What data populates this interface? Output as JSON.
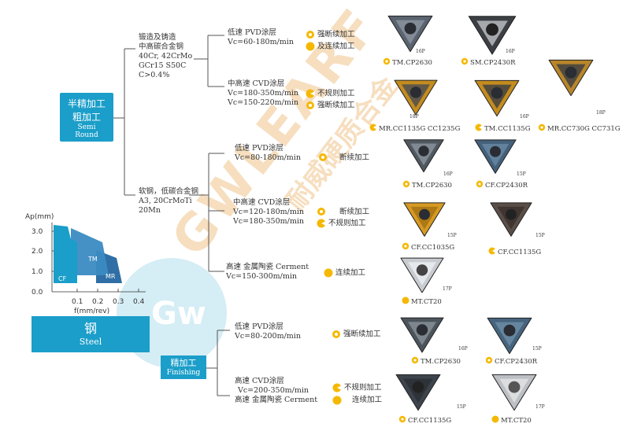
{
  "colors": {
    "accent": "#1b9ec9",
    "icon": "#f5b800",
    "watermark": "#e8a24a"
  },
  "watermark": {
    "text": "GWLEARF",
    "cn": "耐威硬质合金"
  },
  "semi": {
    "title": "半精加工",
    "title2": "粗加工",
    "en1": "Semi",
    "en2": "Round"
  },
  "material1": {
    "l1": "锻造及铸造",
    "l2": "中高碳合金钢",
    "l3": "40Cr, 42CrMo",
    "l4": "GCr15 S50C",
    "l5": "C>0.4%"
  },
  "material2": {
    "l1": "软钢，低碳合金钢",
    "l2": "A3, 20CrMoTi",
    "l3": "20Mn"
  },
  "b1": {
    "l1": "低速  PVD涂层",
    "l2": "Vc=60-180m/min",
    "a": "强断续加工",
    "b": "及连续加工"
  },
  "b2": {
    "l1": "中高速  CVD涂层",
    "l2": "Vc=180-350m/min",
    "l3": "Vc=150-220m/min",
    "a": "不规则加工",
    "b": "强断续加工"
  },
  "b3": {
    "l1": "低速  PVD涂层",
    "l2": "Vc=80-180m/min",
    "a": "断续加工"
  },
  "b4": {
    "l1": "中高速  CVD涂层",
    "l2": "Vc=120-180m/min",
    "l3": "Vc=180-350m/min",
    "a": "断续加工",
    "b": "不规则加工"
  },
  "b5": {
    "l1": "高速  金属陶瓷 Cerment",
    "l2": "Vc=150-300m/min",
    "a": "连续加工"
  },
  "b6": {
    "l1": "低速  PVD涂层",
    "l2": "Vc=80-200m/min",
    "a": "强断续加工"
  },
  "b7": {
    "l1": "高速  CVD涂层",
    "l2": "Vc=200-350m/min",
    "l3": "高速  金属陶瓷 Cerment",
    "a": "不规则加工",
    "b": "连续加工"
  },
  "finish": {
    "title": "精加工",
    "en": "Finishing"
  },
  "steel": {
    "cn": "钢",
    "en": "Steel"
  },
  "chart": {
    "ylabel": "Ap(mm)",
    "xlabel": "f(mm/rev)",
    "yticks": [
      "3.0",
      "2.0",
      "1.0",
      "0.0"
    ],
    "xticks": [
      "0.1",
      "0.2",
      "0.3",
      "0.4"
    ],
    "cf": "CF",
    "tm": "TM",
    "mr": "MR"
  },
  "inserts": [
    {
      "label": "TM.CP2630",
      "grade": "16P"
    },
    {
      "label": "SM.CP2430R",
      "grade": "16P"
    },
    {
      "label": "MR.CC1135G  CC1235G",
      "grade": "18P"
    },
    {
      "label": "TM.CC1135G",
      "grade": "16P"
    },
    {
      "label": "MR.CC730G  CC731G",
      "grade": "18P"
    },
    {
      "label": "TM.CP2630",
      "grade": "16P"
    },
    {
      "label": "CF.CP2430R",
      "grade": "15P"
    },
    {
      "label": "CF.CC1035G",
      "grade": "15P"
    },
    {
      "label": "CF.CC1135G",
      "grade": "15P"
    },
    {
      "label": "MT.CT20",
      "grade": "17P"
    },
    {
      "label": "TM.CP2630",
      "grade": "16P"
    },
    {
      "label": "CF.CP2430R",
      "grade": "15P"
    },
    {
      "label": "CF.CC1135G",
      "grade": "15P"
    },
    {
      "label": "MT.CT20",
      "grade": "17P"
    }
  ]
}
